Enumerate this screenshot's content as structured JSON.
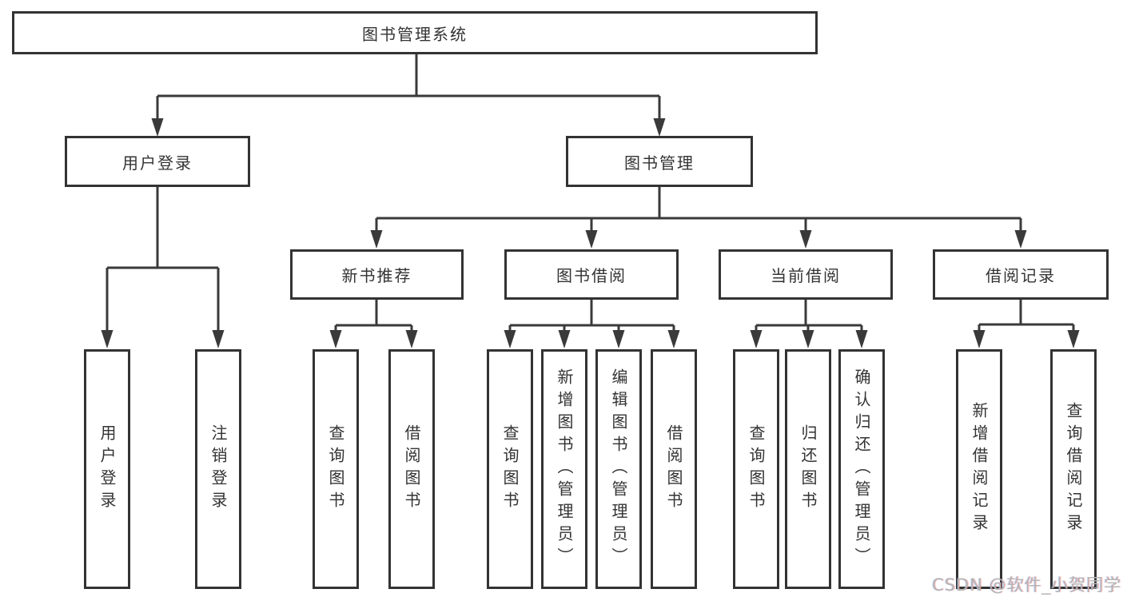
{
  "nodes": {
    "root": "图书管理系统",
    "user_login": "用户登录",
    "book_management": "图书管理",
    "new_book_recommend": "新书推荐",
    "book_borrowing": "图书借阅",
    "current_borrowing": "当前借阅",
    "borrowing_records": "借阅记录",
    "leaf_user_login": "用户登录",
    "leaf_logout": "注销登录",
    "recommend_query_books": "查询图书",
    "recommend_borrow_books": "借阅图书",
    "borrowing_query_books": "查询图书",
    "borrowing_add_books": "新增图书（管理员）",
    "borrowing_edit_books": "编辑图书（管理员）",
    "borrowing_borrow_books": "借阅图书",
    "current_query_books": "查询图书",
    "current_return_books": "归还图书",
    "current_confirm_return": "确认归还（管理员）",
    "records_add_record": "新增借阅记录",
    "records_query_record": "查询借阅记录"
  },
  "watermark": "CSDN @软件_小贺同学",
  "colors": {
    "line": "#3a3a3a",
    "box_border": "#333333",
    "text": "#333333",
    "background": "#ffffff",
    "watermark_text": "#b5b5b5"
  }
}
